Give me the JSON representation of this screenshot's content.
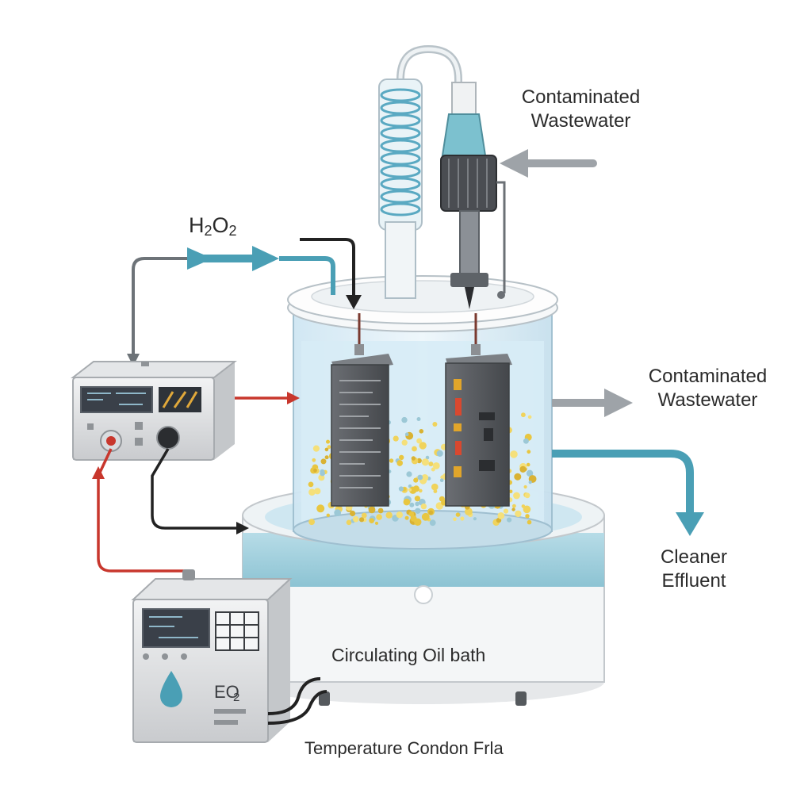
{
  "labels": {
    "contaminated_in_line1": "Contaminated",
    "contaminated_in_line2": "Wastewater",
    "contaminated_out_line1": "Contaminated",
    "contaminated_out_line2": "Wastewater",
    "cleaner_line1": "Cleaner",
    "cleaner_line2": "Effluent",
    "h2o2_main": "H",
    "h2o2_sub1": "2",
    "h2o2_mid": "O",
    "h2o2_sub2": "2",
    "bath": "Circulating Oil bath",
    "temperature": "Temperature Condon Frla",
    "controller_panel_text": "EO",
    "controller_panel_sub": "2"
  },
  "colors": {
    "flow_blue": "#4a9fb5",
    "positive_red": "#c8372d",
    "negative_black": "#222222",
    "outflow_gray": "#9ea3a8",
    "bath_band": "#a9d4e0",
    "liquid": "#d7ecf6",
    "electrode": "#5a5d62",
    "particle": "#e8c640"
  }
}
